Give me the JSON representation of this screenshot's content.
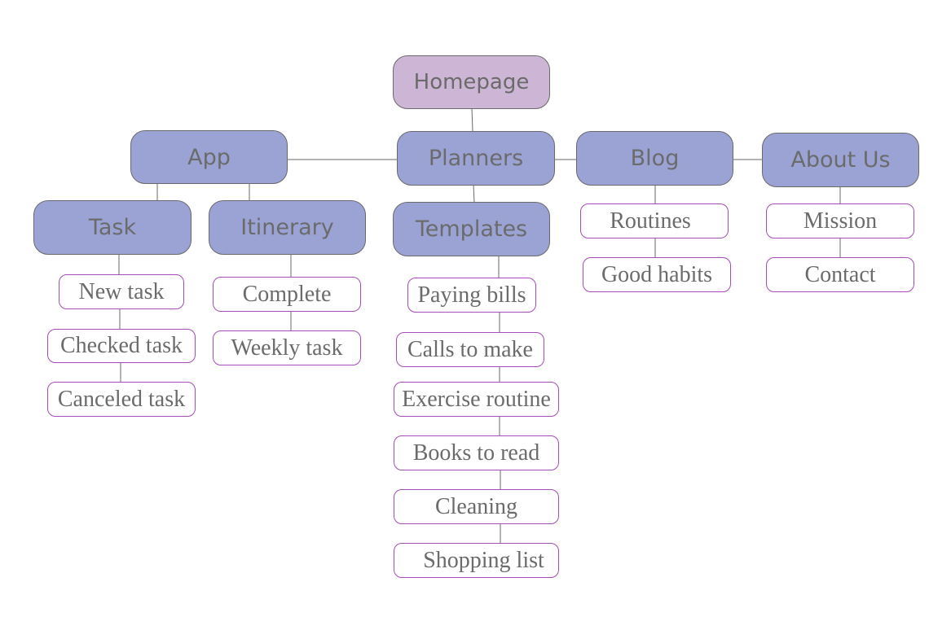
{
  "diagram": {
    "root": {
      "label": "Homepage"
    },
    "sections": {
      "app": {
        "label": "App"
      },
      "planners": {
        "label": "Planners"
      },
      "blog": {
        "label": "Blog"
      },
      "about_us": {
        "label": "About Us"
      },
      "task": {
        "label": "Task"
      },
      "itinerary": {
        "label": "Itinerary"
      },
      "templates": {
        "label": "Templates"
      }
    },
    "pages": {
      "task": [
        "New task",
        "Checked task",
        "Canceled task"
      ],
      "itinerary": [
        "Complete",
        "Weekly task"
      ],
      "templates": [
        "Paying bills",
        "Calls to make",
        "Exercise routine",
        "Books to read",
        "Cleaning",
        "Shopping list"
      ],
      "blog": [
        "Routines",
        "Good habits"
      ],
      "about_us": [
        "Mission",
        "Contact"
      ]
    },
    "colors": {
      "root_fill": "#cdb5d6",
      "section_fill": "#9ba3d5",
      "page_border": "#a64bb8",
      "connector": "#6a6a6a",
      "text": "#6b6b6b"
    }
  }
}
